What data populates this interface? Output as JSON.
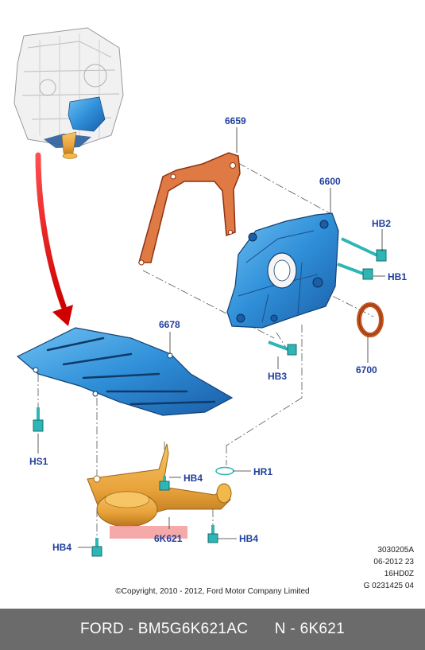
{
  "labels": {
    "p6659": "6659",
    "p6600": "6600",
    "hb2": "HB2",
    "hb1": "HB1",
    "p6678": "6678",
    "hb3": "HB3",
    "p6700": "6700",
    "hs1": "HS1",
    "hb4_top": "HB4",
    "hr1": "HR1",
    "p6k621": "6K621",
    "hb4_left": "HB4",
    "hb4_right": "HB4"
  },
  "meta": {
    "ref1": "3030205A",
    "ref2": "06-2012 23",
    "ref3": "16HD0Z",
    "ref4": "G 0231425 04"
  },
  "copyright": "©Copyright, 2010 - 2012, Ford Motor Company Limited",
  "footer": {
    "left": "FORD - BM5G6K621AC",
    "right": "N - 6K621"
  },
  "colors": {
    "label_blue": "#1f3f9c",
    "part_blue": "#2f8fd8",
    "gasket_orange": "#c2531f",
    "pickup_gold": "#e8a23a",
    "bolt_teal": "#2fb5b5",
    "highlight": "#f4a0a0",
    "arrow_red": "#e01010",
    "footer_bg": "#6b6b6b"
  }
}
